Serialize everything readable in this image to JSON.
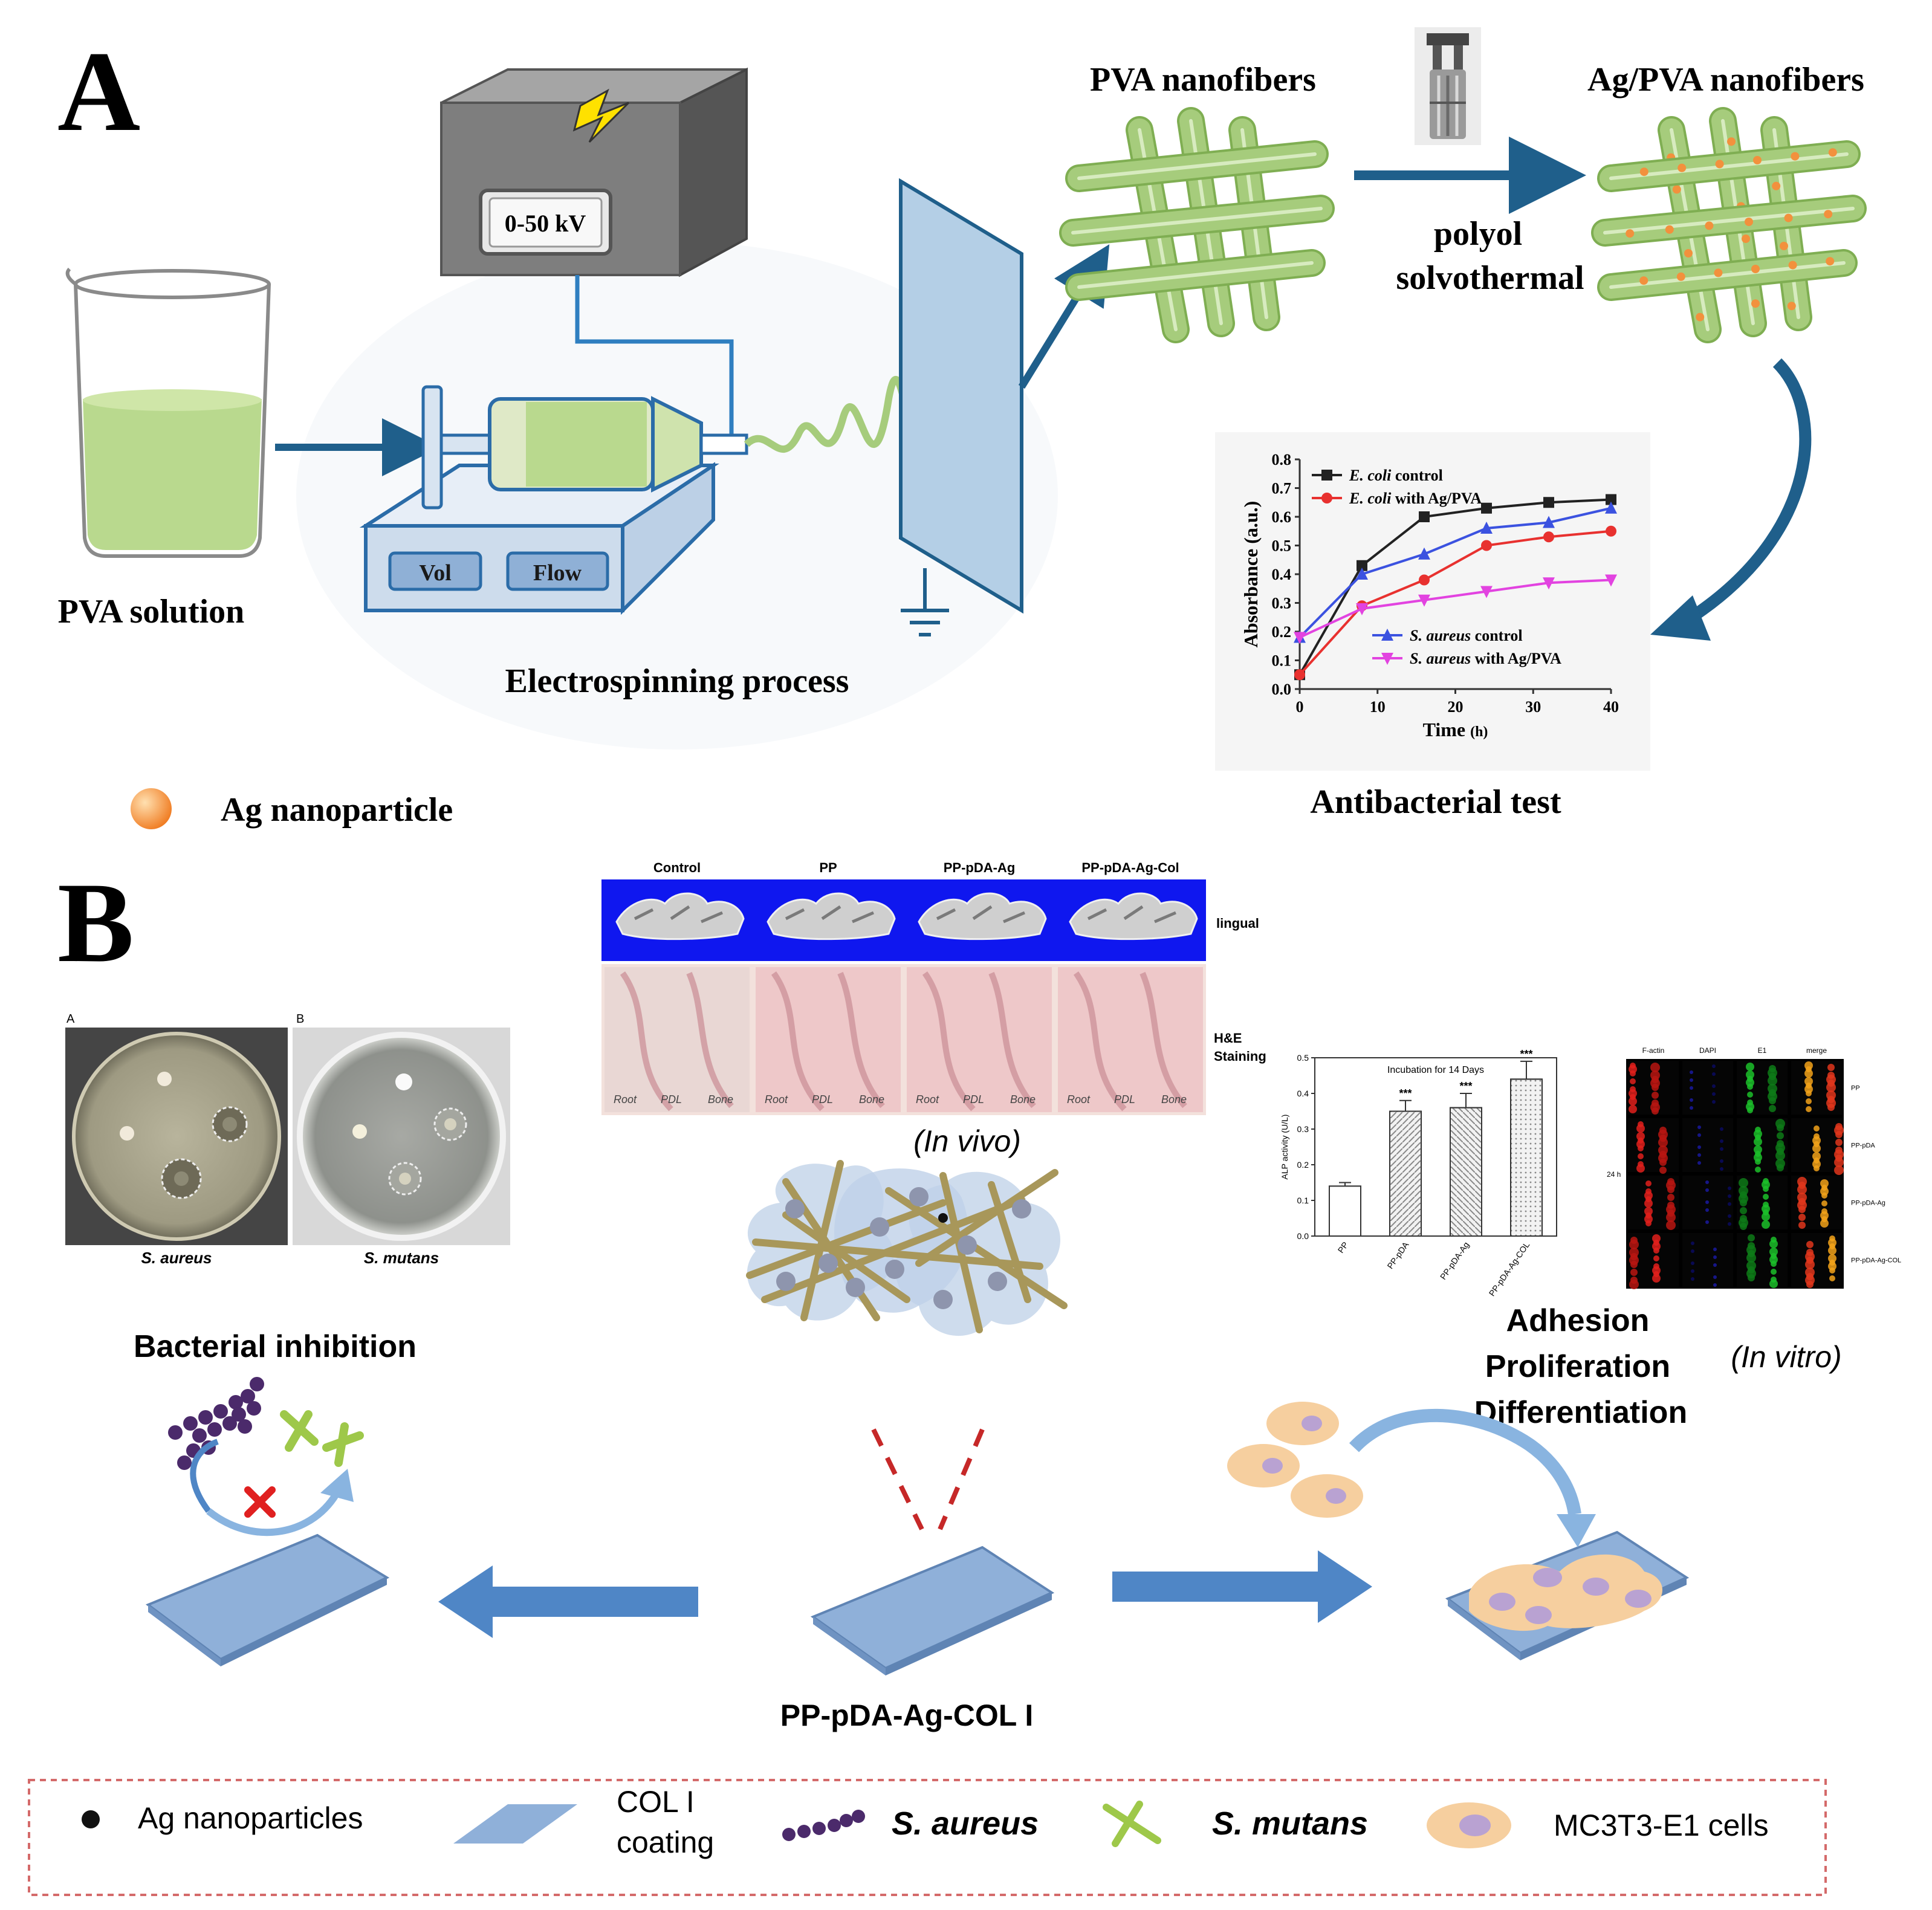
{
  "panel_a": {
    "letter": "A",
    "power_supply_label": "0-50 kV",
    "pump_buttons": [
      "Vol",
      "Flow"
    ],
    "pva_solution_label": "PVA solution",
    "process_label": "Electrospinning process",
    "pva_nanofibers_label": "PVA nanofibers",
    "ag_pva_nanofibers_label": "Ag/PVA  nanofibers",
    "step_line1": "polyol",
    "step_line2": "solvothermal",
    "legend_label": "Ag nanoparticle",
    "test_label": "Antibacterial test",
    "colors": {
      "fiber": "#a6cc7c",
      "arrow": "#1f5f8b",
      "solution": "#b9d98e",
      "collector": "#b4cfe6",
      "particle": "#f2913d"
    }
  },
  "chart_data": {
    "type": "line",
    "xlabel_main": "Time",
    "xlabel_unit": "(h)",
    "ylabel": "Absorbance (a.u.)",
    "xlim": [
      0,
      40
    ],
    "ylim": [
      0.0,
      0.8
    ],
    "x_ticks": [
      "0",
      "10",
      "20",
      "30",
      "40"
    ],
    "y_ticks": [
      "0.0",
      "0.1",
      "0.2",
      "0.3",
      "0.4",
      "0.5",
      "0.6",
      "0.7",
      "0.8"
    ],
    "legend_top": [
      {
        "species": "E. coli",
        "rest": " control"
      },
      {
        "species": "E. coli",
        "rest": " with Ag/PVA"
      }
    ],
    "legend_bottom": [
      {
        "species": "S. aureus",
        "rest": " control"
      },
      {
        "species": "S. aureus",
        "rest": " with Ag/PVA"
      }
    ],
    "series": [
      {
        "name": "E. coli control",
        "color": "#222222",
        "marker": "square",
        "x": [
          0,
          8,
          16,
          24,
          32,
          40
        ],
        "y": [
          0.05,
          0.43,
          0.6,
          0.63,
          0.65,
          0.66
        ]
      },
      {
        "name": "E. coli with Ag/PVA",
        "color": "#e8312f",
        "marker": "circle",
        "x": [
          0,
          8,
          16,
          24,
          32,
          40
        ],
        "y": [
          0.05,
          0.29,
          0.38,
          0.5,
          0.53,
          0.55
        ]
      },
      {
        "name": "S. aureus control",
        "color": "#3b52e0",
        "marker": "triangle",
        "x": [
          0,
          8,
          16,
          24,
          32,
          40
        ],
        "y": [
          0.18,
          0.4,
          0.47,
          0.56,
          0.58,
          0.63
        ]
      },
      {
        "name": "S. aureus with Ag/PVA",
        "color": "#e243e0",
        "marker": "triangle-down",
        "x": [
          0,
          8,
          16,
          24,
          32,
          40
        ],
        "y": [
          0.18,
          0.28,
          0.31,
          0.34,
          0.37,
          0.38
        ]
      }
    ]
  },
  "panel_b": {
    "letter": "B",
    "in_vivo_groups": [
      "Control",
      "PP",
      "PP-pDA-Ag",
      "PP-pDA-Ag-Col"
    ],
    "in_vivo_row_labels": {
      "lingual": "lingual",
      "he1": "H&E",
      "he2": "Staining"
    },
    "tissue_labels": [
      "Root",
      "PDL",
      "Bone"
    ],
    "in_vivo_caption": "(In vivo)",
    "dish_labels": [
      "A",
      "B"
    ],
    "dish_captions": [
      "S. aureus",
      "S. mutans"
    ],
    "inhibition_label": "Bacterial inhibition",
    "alp_chart": {
      "title": "Incubation for 14 Days",
      "ylabel": "ALP activity (U/L)",
      "y_ticks": [
        "0.0",
        "0.1",
        "0.2",
        "0.3",
        "0.4",
        "0.5"
      ],
      "categories": [
        "PP",
        "PP-pDA",
        "PP-pDA-Ag",
        "PP-pDA-Ag-COL"
      ],
      "values": [
        0.14,
        0.35,
        0.36,
        0.44
      ],
      "errors": [
        0.01,
        0.03,
        0.04,
        0.05
      ],
      "significance": [
        "",
        "***",
        "***",
        "***"
      ]
    },
    "fluor_columns": [
      "F-actin",
      "DAPI",
      "E1",
      "merge"
    ],
    "fluor_rows": [
      "PP",
      "PP-pDA",
      "PP-pDA-Ag",
      "PP-pDA-Ag-COL"
    ],
    "fluor_side_label": "24 h",
    "in_vitro_lines": [
      "Adhesion",
      "Proliferation",
      "Differentiation"
    ],
    "in_vitro_caption": "(In vitro)",
    "center_label": "PP-pDA-Ag-COL I",
    "legend": {
      "ag": "Ag nanoparticles",
      "col_line1": "COL I",
      "col_line2": "coating",
      "aureus": "S. aureus",
      "mutans": "S. mutans",
      "cells": "MC3T3-E1 cells"
    },
    "colors": {
      "plate": "#8fb0d9",
      "mesh": "#a8975a",
      "cell_body": "#f6cf9f",
      "cell_nucleus": "#b9a2d2",
      "arrow": "#4f86c6",
      "inhibit_x": "#e02020",
      "aureus": "#4b2a6b",
      "mutans": "#9ec84a"
    }
  }
}
